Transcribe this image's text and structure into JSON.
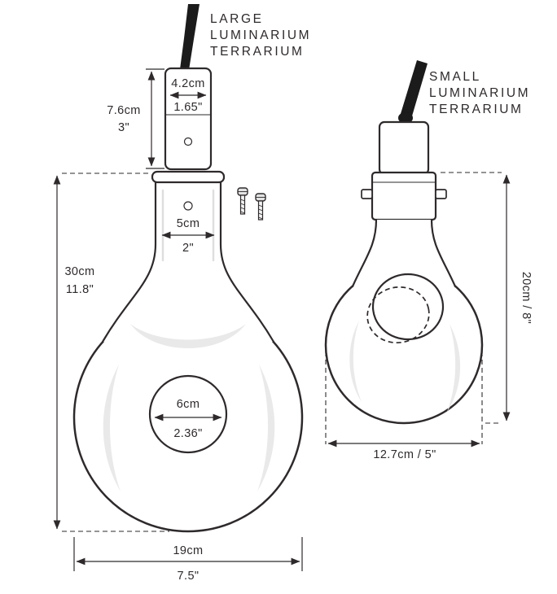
{
  "titles": {
    "large": [
      "LARGE",
      "LUMINARIUM",
      "TERRARIUM"
    ],
    "small": [
      "SMALL",
      "LUMINARIUM",
      "TERRARIUM"
    ]
  },
  "large": {
    "socket_width": {
      "cm": "4.2cm",
      "in": "1.65\""
    },
    "socket_height": {
      "cm": "7.6cm",
      "in": "3\""
    },
    "neck_width": {
      "cm": "5cm",
      "in": "2\""
    },
    "body_height": {
      "cm": "30cm",
      "in": "11.8\""
    },
    "hole": {
      "cm": "6cm",
      "in": "2.36\""
    },
    "body_width": {
      "cm": "19cm",
      "in": "7.5\""
    }
  },
  "small": {
    "height": "20cm / 8\"",
    "width": "12.7cm  / 5\""
  },
  "colors": {
    "ink": "#2e2a2b",
    "highlight": "#e9e9e9",
    "cord": "#1b1b1b"
  }
}
